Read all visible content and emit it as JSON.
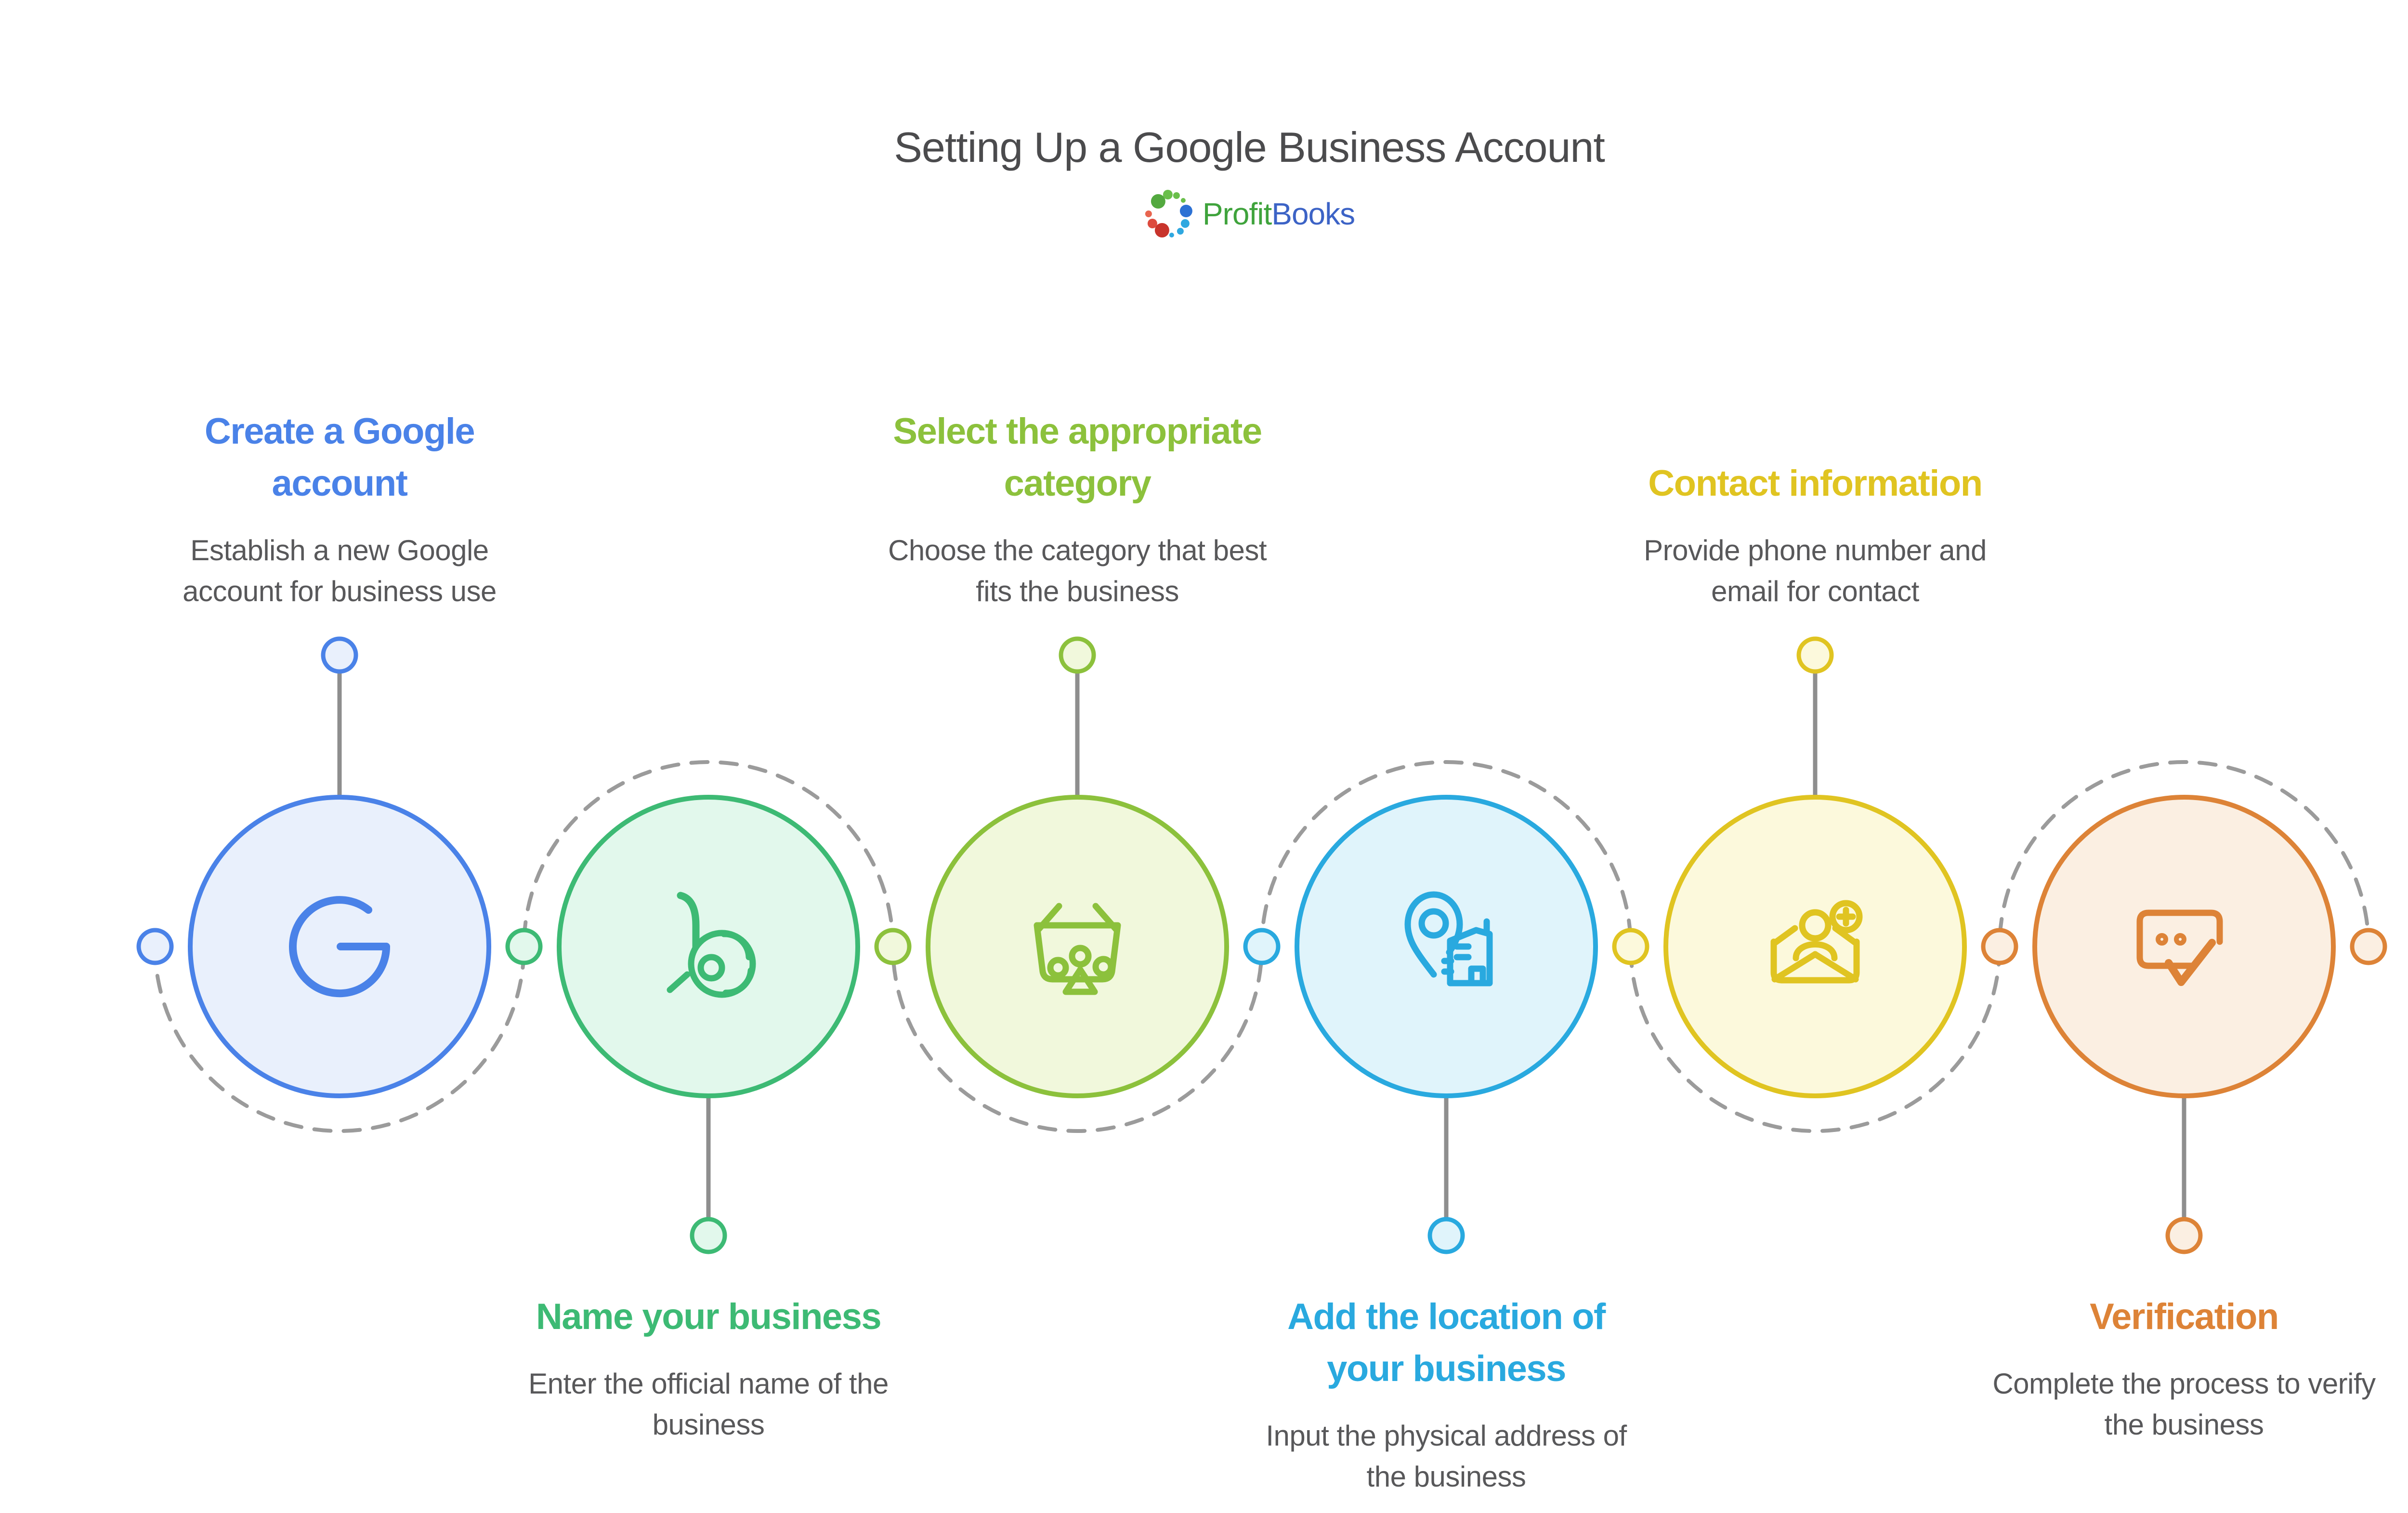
{
  "page": {
    "title": "Setting Up a Google Business Account",
    "title_color": "#4B4B4D",
    "body_text_color": "#58585A",
    "background": "#FFFFFF"
  },
  "logo": {
    "brand_part1": "Profit",
    "brand_part2": "Books",
    "part1_color": "#3FA33C",
    "part2_color": "#3C63C6",
    "dot_colors": [
      "#53A93F",
      "#6ABF4B",
      "#6ABF4B",
      "#6ABF4B",
      "#2C71D4",
      "#2FA8E0",
      "#2FA8E0",
      "#2FA8E0",
      "#C8342C",
      "#DD4B3E",
      "#E8654F"
    ]
  },
  "connector": {
    "line_color": "#9B9B9B",
    "stem_color": "#8E8E8E"
  },
  "steps": [
    {
      "id": 1,
      "position": "top",
      "icon": "google-g-icon",
      "title": "Create a Google\naccount",
      "description": "Establish a new Google\naccount for business use",
      "color": "#4A82E8",
      "fill": "#E9F0FC"
    },
    {
      "id": 2,
      "position": "bottom",
      "icon": "profitbooks-b-icon",
      "title": "Name your business",
      "description": "Enter the official name of the\nbusiness",
      "color": "#3DBA74",
      "fill": "#E2F8EC"
    },
    {
      "id": 3,
      "position": "top",
      "icon": "category-basket-icon",
      "title": "Select the appropriate\ncategory",
      "description": "Choose the category that best\nfits the business",
      "color": "#8CC13C",
      "fill": "#F1F8DC"
    },
    {
      "id": 4,
      "position": "bottom",
      "icon": "location-pin-building-icon",
      "title": "Add the location of\nyour business",
      "description": "Input the physical address of\nthe business",
      "color": "#29A9DF",
      "fill": "#E0F4FB"
    },
    {
      "id": 5,
      "position": "top",
      "icon": "contact-email-icon",
      "title": "Contact information",
      "description": "Provide phone number and\nemail for contact",
      "color": "#E0C421",
      "fill": "#FCF9DC"
    },
    {
      "id": 6,
      "position": "bottom",
      "icon": "verification-check-icon",
      "title": "Verification",
      "description": "Complete the process to verify\nthe business",
      "color": "#DD8337",
      "fill": "#FBEFE2"
    }
  ]
}
